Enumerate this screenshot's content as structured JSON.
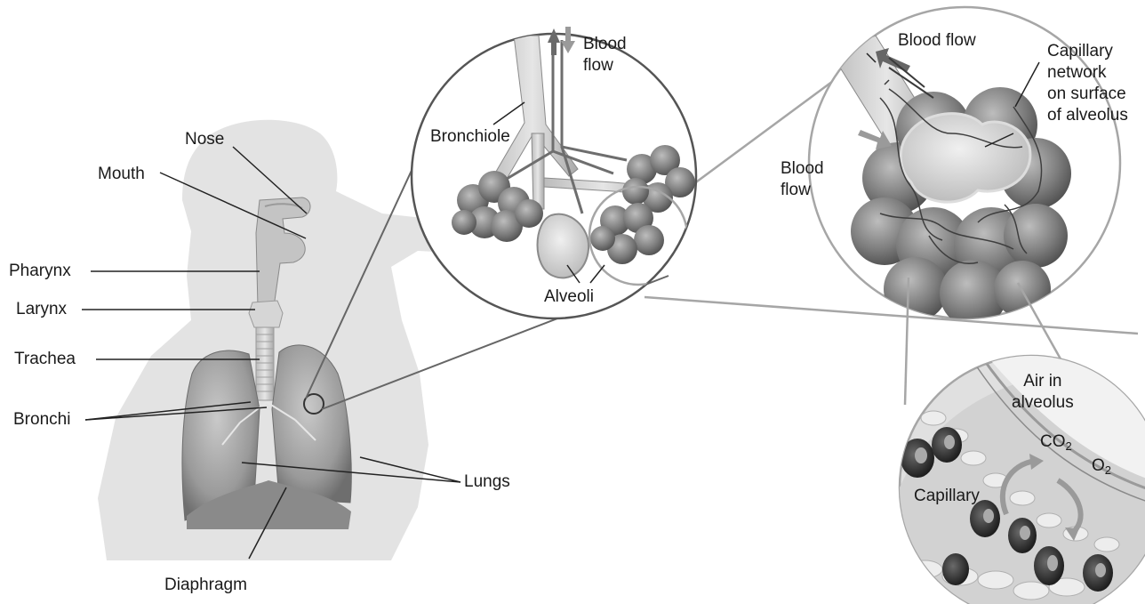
{
  "colors": {
    "silhouette": "#e3e3e3",
    "lung": "#a9a9a9",
    "lung_dark": "#7a7a7a",
    "leader": "#222222",
    "zoom_line": "#888888",
    "circle_border": "#555555",
    "alveolus": "#8c8c8c",
    "blood_cell": "#3a3a3a"
  },
  "labels": {
    "nose": "Nose",
    "mouth": "Mouth",
    "pharynx": "Pharynx",
    "larynx": "Larynx",
    "trachea": "Trachea",
    "bronchi": "Bronchi",
    "lungs": "Lungs",
    "diaphragm": "Diaphragm",
    "bronchiole": "Bronchiole",
    "alveoli": "Alveoli",
    "blood_flow_1_line1": "Blood",
    "blood_flow_1_line2": "flow",
    "blood_flow_2": "Blood flow",
    "blood_flow_3_line1": "Blood",
    "blood_flow_3_line2": "flow",
    "capillary_network": [
      "Capillary",
      "network",
      "on surface",
      "of alveolus"
    ],
    "air_in_alveolus_line1": "Air in",
    "air_in_alveolus_line2": "alveolus",
    "co2_main": "CO",
    "co2_sub": "2",
    "o2_main": "O",
    "o2_sub": "2",
    "capillary": "Capillary"
  },
  "icons": [
    "up-arrow-icon",
    "down-arrow-icon",
    "diagonal-arrow-icon"
  ]
}
